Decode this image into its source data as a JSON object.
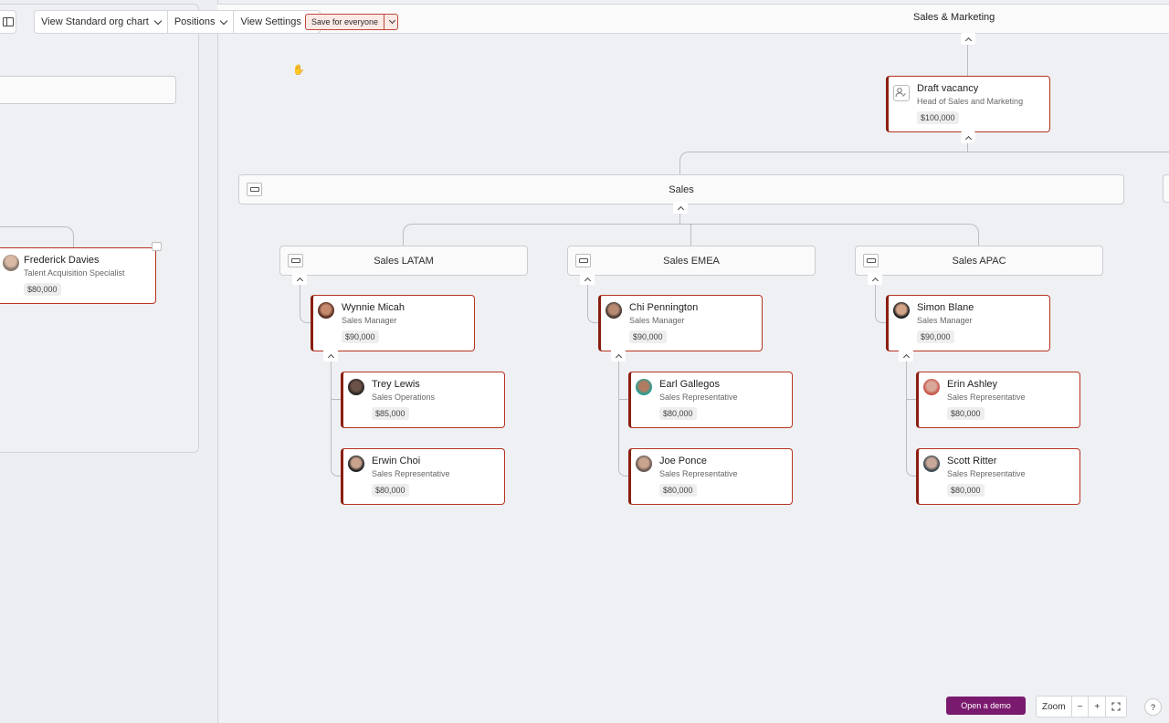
{
  "toolbar": {
    "view_chart_label": "View Standard org chart",
    "positions_label": "Positions",
    "view_settings_label": "View Settings",
    "save_label": "Save for everyone"
  },
  "group": {
    "title": "Sales & Marketing"
  },
  "top_card": {
    "name": "Draft vacancy",
    "role": "Head of Sales and Marketing",
    "pay": "$100,000"
  },
  "departments": {
    "sales": "Sales",
    "latam": "Sales LATAM",
    "emea": "Sales EMEA",
    "apac": "Sales APAC"
  },
  "left_card": {
    "name": "Frederick Davies",
    "role": "Talent Acquisition Specialist",
    "pay": "$80,000"
  },
  "managers": [
    {
      "name": "Wynnie Micah",
      "role": "Sales Manager",
      "pay": "$90,000"
    },
    {
      "name": "Chi Pennington",
      "role": "Sales Manager",
      "pay": "$90,000"
    },
    {
      "name": "Simon Blane",
      "role": "Sales Manager",
      "pay": "$90,000"
    }
  ],
  "reports": [
    {
      "name": "Trey Lewis",
      "role": "Sales Operations",
      "pay": "$85,000"
    },
    {
      "name": "Erwin Choi",
      "role": "Sales Representative",
      "pay": "$80,000"
    },
    {
      "name": "Earl Gallegos",
      "role": "Sales Representative",
      "pay": "$80,000"
    },
    {
      "name": "Joe Ponce",
      "role": "Sales Representative",
      "pay": "$80,000"
    },
    {
      "name": "Erin Ashley",
      "role": "Sales Representative",
      "pay": "$80,000"
    },
    {
      "name": "Scott Ritter",
      "role": "Sales Representative",
      "pay": "$80,000"
    }
  ],
  "footer": {
    "demo_label": "Open a demo",
    "zoom_label": "Zoom",
    "zoom_out": "−",
    "zoom_in": "+",
    "help": "?"
  }
}
